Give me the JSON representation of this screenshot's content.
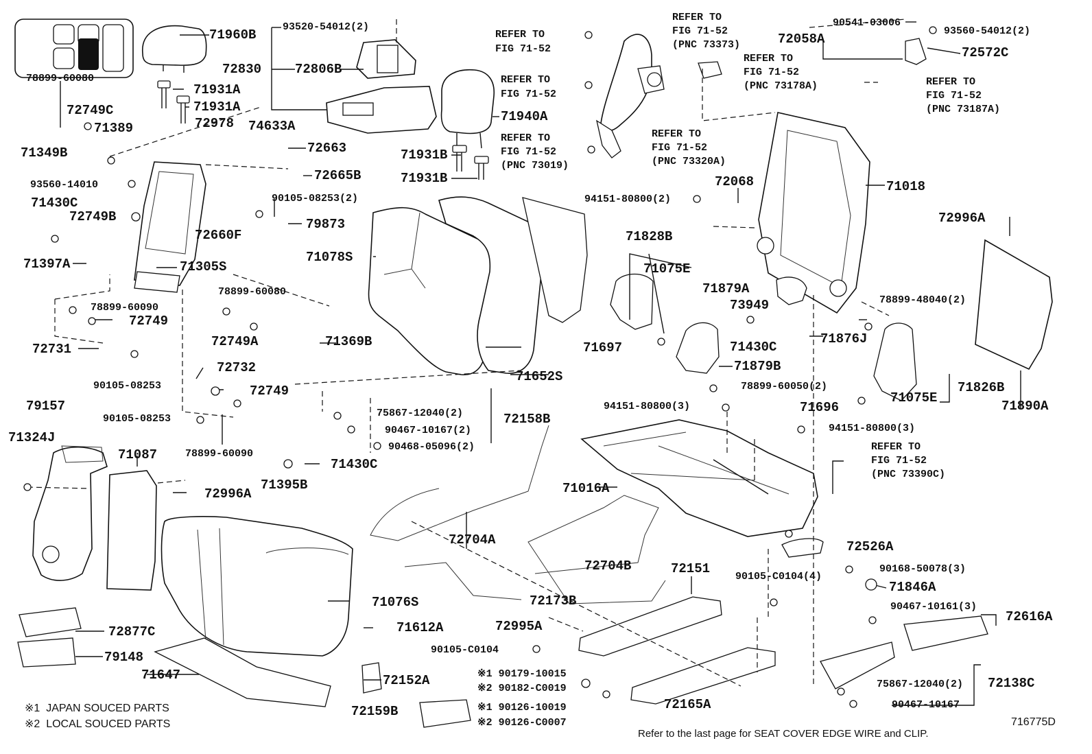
{
  "diagram": {
    "drawing_number": "716775D",
    "footnote": "Refer to the last page for SEAT COVER EDGE WIRE and CLIP.",
    "legend": [
      {
        "mark": "※1",
        "text": "JAPAN SOUCED PARTS"
      },
      {
        "mark": "※2",
        "text": "LOCAL SOUCED PARTS"
      }
    ],
    "refer": {
      "r1": [
        "REFER TO",
        "FIG 71-52"
      ],
      "r2": [
        "REFER TO",
        "FIG 71-52"
      ],
      "r3": [
        "REFER TO",
        "FIG 71-52",
        "(PNC 73019)"
      ],
      "r4": [
        "REFER TO",
        "FIG 71-52",
        "(PNC 73373)"
      ],
      "r5": [
        "REFER TO",
        "FIG 71-52",
        "(PNC 73178A)"
      ],
      "r6": [
        "REFER TO",
        "FIG 71-52",
        "(PNC 73187A)"
      ],
      "r7": [
        "REFER TO",
        "FIG 71-52",
        "(PNC 73320A)"
      ],
      "r8": [
        "REFER TO",
        "FIG 71-52",
        "(PNC 73390C)"
      ]
    },
    "parts": {
      "p71960B": "71960B",
      "p93520": "93520-54012(2)",
      "p78899_60080a": "78899-60080",
      "p72830": "72830",
      "p72806B": "72806B",
      "p71931A1": "71931A",
      "p71931A2": "71931A",
      "p72749C": "72749C",
      "p71389": "71389",
      "p71940A": "71940A",
      "p71349B": "71349B",
      "p72978": "72978",
      "p74633A": "74633A",
      "p72663": "72663",
      "p71931B1": "71931B",
      "p71931B2": "71931B",
      "p72665B": "72665B",
      "p93560_14010": "93560-14010",
      "p71430C1": "71430C",
      "p90105_08253a": "90105-08253(2)",
      "p72749B": "72749B",
      "p79873": "79873",
      "p72660F": "72660F",
      "p71078S": "71078S",
      "p71397A": "71397A",
      "p71305S": "71305S",
      "p78899_60080b": "78899-60080",
      "p78899_60090a": "78899-60090",
      "p72749a": "72749",
      "p72749A": "72749A",
      "p71369B": "71369B",
      "p72731": "72731",
      "p90105_08253b": "90105-08253",
      "p72732": "72732",
      "p72749b": "72749",
      "p90105_08253c": "90105-08253",
      "p78899_60090b": "78899-60090",
      "p71652S": "71652S",
      "p71697": "71697",
      "p79157": "79157",
      "p71324J": "71324J",
      "p71087": "71087",
      "p72996A1": "72996A",
      "p71395B": "71395B",
      "p71430C2": "71430C",
      "p75867_a": "75867-12040(2)",
      "p90467_10167a": "90467-10167(2)",
      "p90468": "90468-05096(2)",
      "p72158B": "72158B",
      "p72704A": "72704A",
      "p72704B": "72704B",
      "p71076S": "71076S",
      "p72173B": "72173B",
      "p72877C": "72877C",
      "p79148": "79148",
      "p71612A": "71612A",
      "p71647": "71647",
      "p72152A": "72152A",
      "p72159B": "72159B",
      "p72995A": "72995A",
      "p90105_C0104a": "90105-C0104",
      "p90179": "90179-10015",
      "p90182": "90182-C0019",
      "p90126_10019": "90126-10019",
      "p90126_C0007": "90126-C0007",
      "p72151": "72151",
      "p72165A": "72165A",
      "p72058A": "72058A",
      "p90541": "90541-03006",
      "p93560_54012": "93560-54012(2)",
      "p72572C": "72572C",
      "p72068": "72068",
      "p94151_a": "94151-80800(2)",
      "p71018": "71018",
      "p72996A2": "72996A",
      "p71828B": "71828B",
      "p71075E1": "71075E",
      "p71879A": "71879A",
      "p73949": "73949",
      "p71430C3": "71430C",
      "p71876J": "71876J",
      "p78899_48040": "78899-48040(2)",
      "p71879B": "71879B",
      "p78899_60050": "78899-60050(2)",
      "p71826B": "71826B",
      "p71075E2": "71075E",
      "p71890A": "71890A",
      "p94151_b": "94151-80800(3)",
      "p71696": "71696",
      "p94151_c": "94151-80800(3)",
      "p71016A": "71016A",
      "p72526A": "72526A",
      "p90105_C0104b": "90105-C0104(4)",
      "p90168": "90168-50078(3)",
      "p71846A": "71846A",
      "p90467_10161": "90467-10161(3)",
      "p72616A": "72616A",
      "p75867_b": "75867-12040(2)",
      "p72138C": "72138C",
      "p90467_10167b": "90467-10167"
    }
  }
}
